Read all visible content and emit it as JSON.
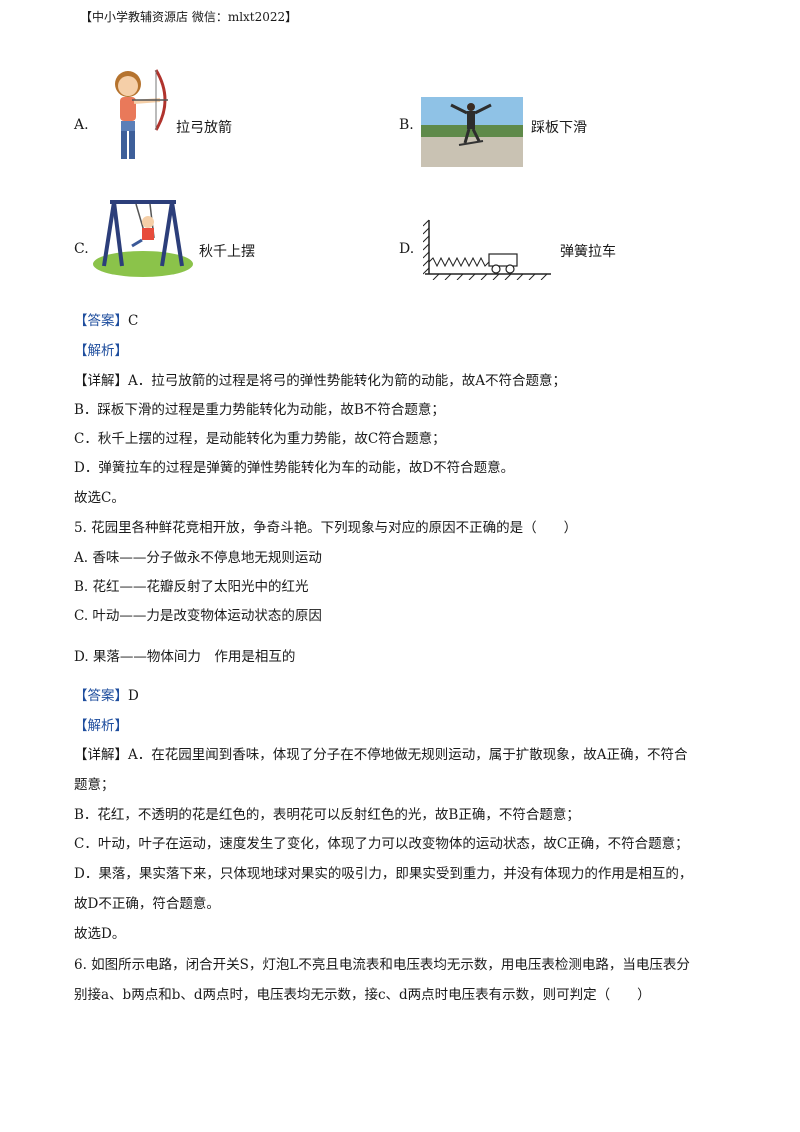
{
  "header": "【中小学教辅资源店  微信：mlxt2022】",
  "q4_options": [
    {
      "letter": "A.",
      "caption": "拉弓放箭",
      "icon": "archer-girl-illustration"
    },
    {
      "letter": "B.",
      "caption": "踩板下滑",
      "icon": "skateboard-jump-photo"
    },
    {
      "letter": "C.",
      "caption": "秋千上摆",
      "icon": "swing-illustration"
    },
    {
      "letter": "D.",
      "caption": "弹簧拉车",
      "icon": "spring-cart-diagram"
    }
  ],
  "q4_answer": {
    "tag": "【答案】",
    "value": "C"
  },
  "q4_analysis_tag": "【解析】",
  "q4_detail": [
    "【详解】A．拉弓放箭的过程是将弓的弹性势能转化为箭的动能，故A不符合题意；",
    "B．踩板下滑的过程是重力势能转化为动能，故B不符合题意；",
    "C．秋千上摆的过程，是动能转化为重力势能，故C符合题意；",
    "D．弹簧拉车的过程是弹簧的弹性势能转化为车的动能，故D不符合题意。",
    "故选C。"
  ],
  "q5": {
    "stem": "5. 花园里各种鲜花竞相开放，争奇斗艳。下列现象与对应的原因不正确的是（　　）",
    "options": [
      "A. 香味——分子做永不停息地无规则运动",
      "B. 花红——花瓣反射了太阳光中的红光",
      "C. 叶动——力是改变物体运动状态的原因",
      "D. 果落——物体间力　作用是相互的"
    ],
    "answer_tag": "【答案】",
    "answer": "D",
    "analysis_tag": "【解析】",
    "detail": [
      "【详解】A．在花园里闻到香味，体现了分子在不停地做无规则运动，属于扩散现象，故A正确，不符合",
      "题意；",
      "B．花红，不透明的花是红色的，表明花可以反射红色的光，故B正确，不符合题意；",
      "C．叶动，叶子在运动，速度发生了变化，体现了力可以改变物体的运动状态，故C正确，不符合题意；",
      "D．果落，果实落下来，只体现地球对果实的吸引力，即果实受到重力，并没有体现力的作用是相互的，",
      "故D不正确，符合题意。",
      "故选D。"
    ]
  },
  "q6": {
    "stem": [
      "6. 如图所示电路，闭合开关S，灯泡L不亮且电流表和电压表均无示数，用电压表检测电路，当电压表分",
      "别接a、b两点和b、d两点时，电压表均无示数，接c、d两点时电压表有示数，则可判定（　　）"
    ]
  }
}
